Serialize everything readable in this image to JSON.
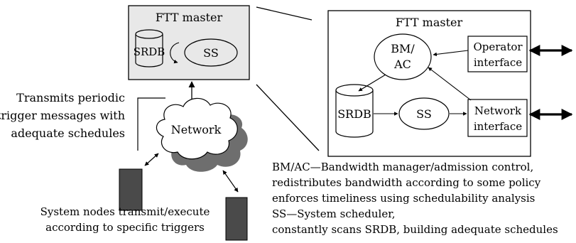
{
  "left_master": {
    "title": "FTT master",
    "srdb": "SRDB",
    "ss": "SS"
  },
  "network_label": "Network",
  "left_annotation": [
    "Transmits periodic",
    "trigger messages with",
    "adequate schedules"
  ],
  "nodes_caption": [
    "System nodes transmit/execute",
    "according to specific triggers"
  ],
  "detail": {
    "title": "FTT master",
    "bmac": [
      "BM/",
      "AC"
    ],
    "operator": [
      "Operator",
      "interface"
    ],
    "srdb": "SRDB",
    "ss": "SS",
    "network": [
      "Network",
      "interface"
    ]
  },
  "legend": [
    "BM/AC—Bandwidth manager/admission control,",
    "redistributes bandwidth according to some policy",
    "enforces timeliness using schedulability analysis",
    "SS—System scheduler,",
    "constantly scans SRDB, building adequate schedules"
  ],
  "colors": {
    "master_fill": "#e8e8e8",
    "node_fill": "#4a4a4a",
    "cloud_shadow": "#6e6e6e"
  }
}
